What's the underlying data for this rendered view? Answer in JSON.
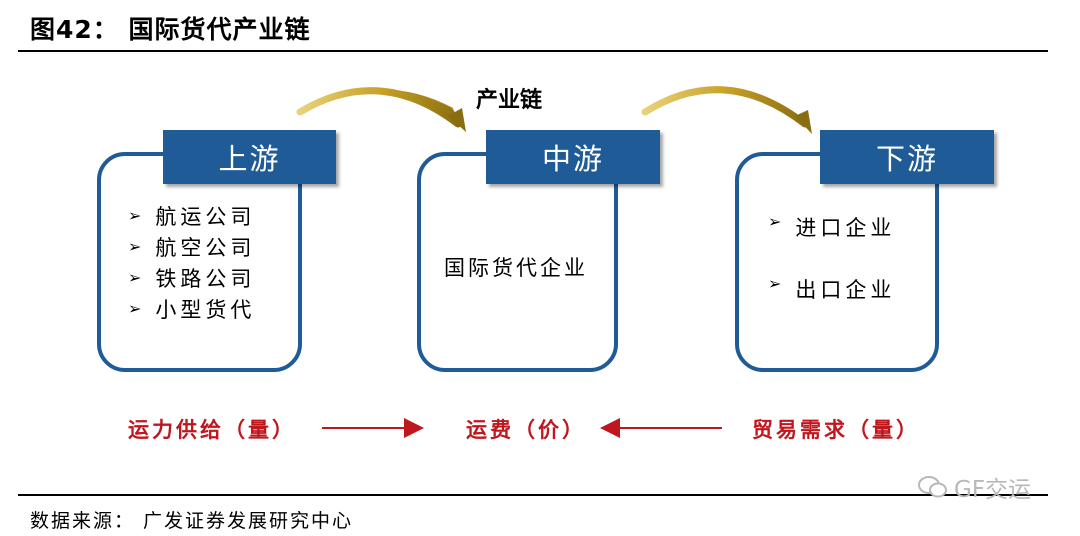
{
  "figure_title": "图42：  国际货代产业链",
  "chain_label": "产业链",
  "stages": {
    "upstream": {
      "label": "上游",
      "items": [
        "航运公司",
        "航空公司",
        "铁路公司",
        "小型货代"
      ]
    },
    "midstream": {
      "label": "中游",
      "text": "国际货代企业"
    },
    "downstream": {
      "label": "下游",
      "items": [
        "进口企业",
        "出口企业"
      ]
    }
  },
  "bullet_glyph": "➢",
  "flow": {
    "left": "运力供给（量）",
    "center": "运费（价）",
    "right": "贸易需求（量）"
  },
  "source": "数据来源：  广发证券发展研究中心",
  "watermark": "GF交运",
  "colors": {
    "box_border": "#1f5b97",
    "tab_fill": "#1f5b97",
    "flow_text": "#c0161d",
    "arrow": "#c0161d",
    "curve": "#c9a227"
  }
}
